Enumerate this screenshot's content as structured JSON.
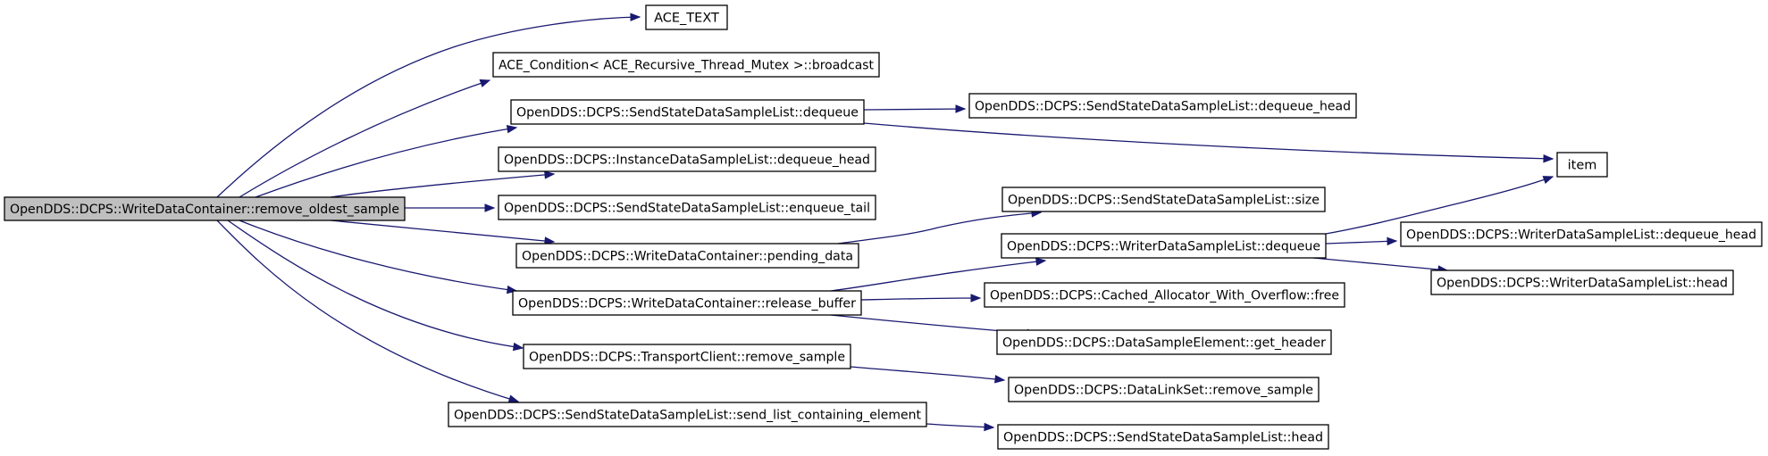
{
  "diagram": {
    "type": "call-graph",
    "colors": {
      "edge": "#191970",
      "root_fill": "#bfbfbf",
      "node_fill": "#ffffff",
      "border": "#000000"
    },
    "nodes": [
      {
        "id": "root",
        "label": "OpenDDS::DCPS::WriteDataContainer::remove_oldest_sample",
        "root": true
      },
      {
        "id": "ace_text",
        "label": "ACE_TEXT"
      },
      {
        "id": "broadcast",
        "label": "ACE_Condition< ACE_Recursive_Thread_Mutex >::broadcast"
      },
      {
        "id": "ss_dequeue",
        "label": "OpenDDS::DCPS::SendStateDataSampleList::dequeue"
      },
      {
        "id": "ss_dequeue_head",
        "label": "OpenDDS::DCPS::SendStateDataSampleList::dequeue_head"
      },
      {
        "id": "item",
        "label": "item"
      },
      {
        "id": "inst_dequeue_head",
        "label": "OpenDDS::DCPS::InstanceDataSampleList::dequeue_head"
      },
      {
        "id": "ss_enqueue_tail",
        "label": "OpenDDS::DCPS::SendStateDataSampleList::enqueue_tail"
      },
      {
        "id": "ss_size",
        "label": "OpenDDS::DCPS::SendStateDataSampleList::size"
      },
      {
        "id": "pending_data",
        "label": "OpenDDS::DCPS::WriteDataContainer::pending_data"
      },
      {
        "id": "wd_dequeue",
        "label": "OpenDDS::DCPS::WriterDataSampleList::dequeue"
      },
      {
        "id": "wd_dequeue_head",
        "label": "OpenDDS::DCPS::WriterDataSampleList::dequeue_head"
      },
      {
        "id": "wd_head",
        "label": "OpenDDS::DCPS::WriterDataSampleList::head"
      },
      {
        "id": "release_buffer",
        "label": "OpenDDS::DCPS::WriteDataContainer::release_buffer"
      },
      {
        "id": "cached_free",
        "label": "OpenDDS::DCPS::Cached_Allocator_With_Overflow::free"
      },
      {
        "id": "get_header",
        "label": "OpenDDS::DCPS::DataSampleElement::get_header"
      },
      {
        "id": "tc_remove_sample",
        "label": "OpenDDS::DCPS::TransportClient::remove_sample"
      },
      {
        "id": "dls_remove_sample",
        "label": "OpenDDS::DCPS::DataLinkSet::remove_sample"
      },
      {
        "id": "send_list",
        "label": "OpenDDS::DCPS::SendStateDataSampleList::send_list_containing_element"
      },
      {
        "id": "ss_head",
        "label": "OpenDDS::DCPS::SendStateDataSampleList::head"
      }
    ],
    "edges": [
      {
        "from": "root",
        "to": "ace_text"
      },
      {
        "from": "root",
        "to": "broadcast"
      },
      {
        "from": "root",
        "to": "ss_dequeue"
      },
      {
        "from": "root",
        "to": "inst_dequeue_head"
      },
      {
        "from": "root",
        "to": "ss_enqueue_tail"
      },
      {
        "from": "root",
        "to": "pending_data"
      },
      {
        "from": "root",
        "to": "release_buffer"
      },
      {
        "from": "root",
        "to": "tc_remove_sample"
      },
      {
        "from": "root",
        "to": "send_list"
      },
      {
        "from": "ss_dequeue",
        "to": "ss_dequeue_head"
      },
      {
        "from": "ss_dequeue",
        "to": "item"
      },
      {
        "from": "pending_data",
        "to": "ss_size"
      },
      {
        "from": "release_buffer",
        "to": "wd_dequeue"
      },
      {
        "from": "release_buffer",
        "to": "cached_free"
      },
      {
        "from": "release_buffer",
        "to": "get_header"
      },
      {
        "from": "wd_dequeue",
        "to": "item"
      },
      {
        "from": "wd_dequeue",
        "to": "wd_dequeue_head"
      },
      {
        "from": "wd_dequeue",
        "to": "wd_head"
      },
      {
        "from": "tc_remove_sample",
        "to": "dls_remove_sample"
      },
      {
        "from": "send_list",
        "to": "ss_head"
      }
    ]
  }
}
